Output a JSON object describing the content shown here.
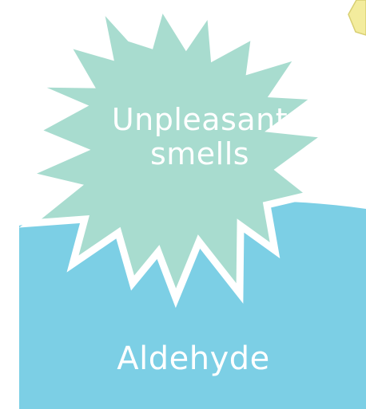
{
  "burst": {
    "line1": "Unpleasant",
    "line2": "smells",
    "fill": "#a8dccf",
    "outline": "#ffffff"
  },
  "box": {
    "label": "Aldehyde",
    "fill": "#7ccfe5",
    "outline": "#ffffff"
  },
  "corner_shape": {
    "fill": "#f3ec9d",
    "stroke": "#d8cf73"
  },
  "text_color": "#ffffff"
}
